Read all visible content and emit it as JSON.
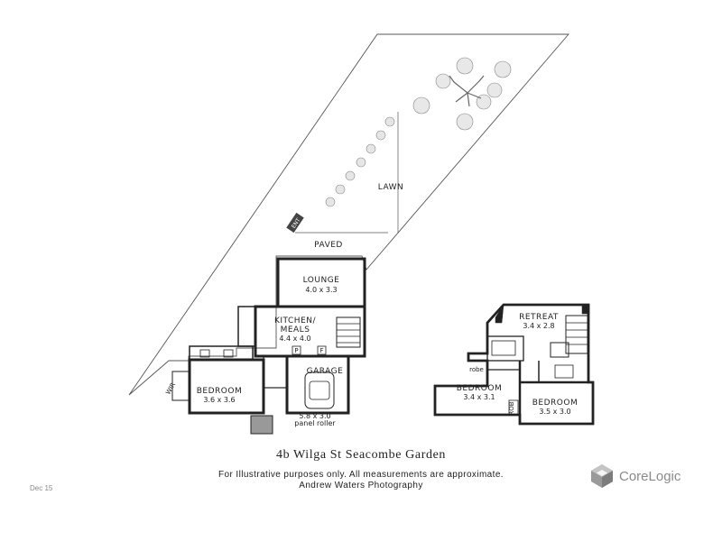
{
  "rooms": {
    "lawn": "LAWN",
    "paved": "PAVED",
    "ent": "ENT",
    "lounge": "LOUNGE",
    "lounge_dim": "4.0 x 3.3",
    "kitchen_line1": "KITCHEN/",
    "kitchen_line2": "MEALS",
    "kitchen_dim": "4.4 x 4.0",
    "pantry": "P",
    "fridge": "F",
    "garage": "GARAGE",
    "garage_dim": "5.8 x 3.0",
    "garage_door": "panel roller",
    "bedroom1": "BEDROOM",
    "bedroom1_dim": "3.6 x 3.6",
    "wir": "WIR",
    "retreat": "RETREAT",
    "retreat_dim": "3.4 x 2.8",
    "robe": "robe",
    "bedroom2": "BEDROOM",
    "bedroom2_dim": "3.4 x 3.1",
    "bedroom3": "BEDROOM",
    "bedroom3_dim": "3.5 x 3.0",
    "rob": "ROB"
  },
  "footer": {
    "address": "4b Wilga St Seacombe Garden",
    "disclaimer": "For Illustrative purposes only. All measurements are approximate.",
    "credit": "Andrew Waters Photography",
    "date": "Dec 15"
  },
  "logo": {
    "name": "CoreLogic",
    "icon": "corelogic-cube-icon",
    "color": "#8a8a8a"
  }
}
